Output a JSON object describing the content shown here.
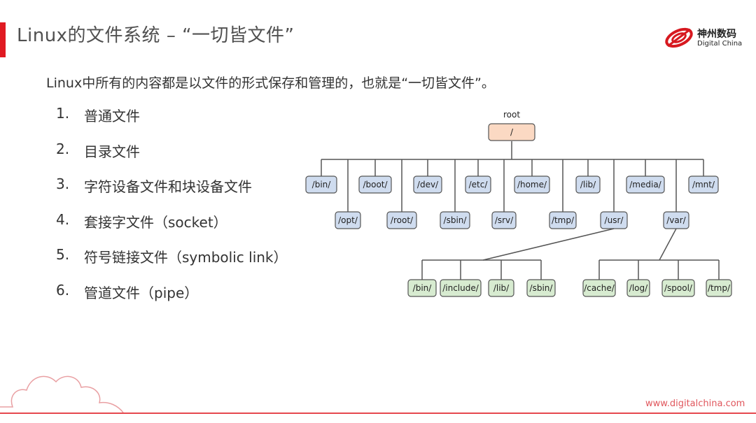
{
  "slide": {
    "title": "Linux的文件系统 – “一切皆文件”",
    "intro": "Linux中所有的内容都是以文件的形式保存和管理的，也就是“一切皆文件”。",
    "url": "www.digitalchina.com"
  },
  "logo": {
    "cn": "神州数码",
    "en": "Digital China"
  },
  "list": [
    {
      "num": "1.",
      "text": "普通文件"
    },
    {
      "num": "2.",
      "text": "目录文件"
    },
    {
      "num": "3.",
      "text": "字符设备文件和块设备文件"
    },
    {
      "num": "4.",
      "text": "套接字文件（socket）"
    },
    {
      "num": "5.",
      "text": "符号链接文件（symbolic link）"
    },
    {
      "num": "6.",
      "text": "管道文件（pipe）"
    }
  ],
  "tree": {
    "root_label": "root",
    "root_node": "/",
    "level1_upper": [
      "/bin/",
      "/boot/",
      "/dev/",
      "/etc/",
      "/home/",
      "/lib/",
      "/media/",
      "/mnt/"
    ],
    "level1_lower": [
      "/opt/",
      "/root/",
      "/sbin/",
      "/srv/",
      "/tmp/",
      "/usr/",
      "/var/"
    ],
    "usr_children": [
      "/bin/",
      "/include/",
      "/lib/",
      "/sbin/"
    ],
    "var_children": [
      "/cache/",
      "/log/",
      "/spool/",
      "/tmp/"
    ],
    "colors": {
      "root_fill": "#fbd9c3",
      "dir_fill": "#cfdcef",
      "leaf_fill": "#d7ebd0",
      "stroke": "#555555"
    }
  }
}
